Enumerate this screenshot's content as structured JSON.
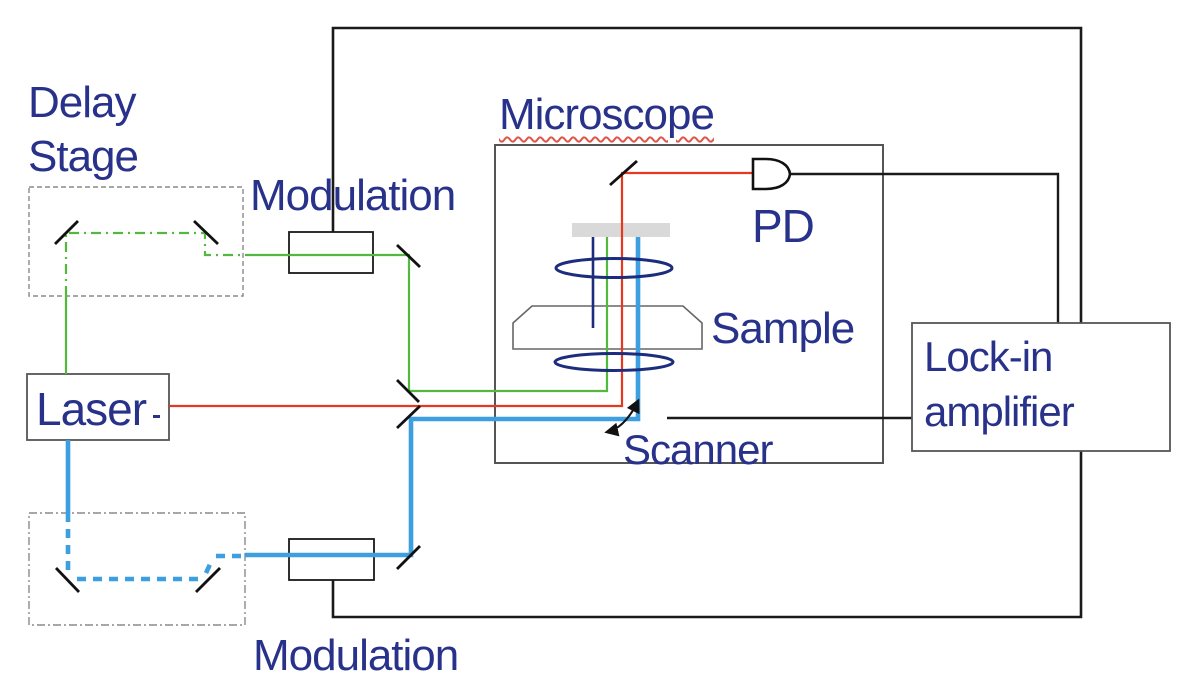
{
  "labels": {
    "delay_stage_line1": "Delay",
    "delay_stage_line2": "Stage",
    "modulation_top": "Modulation",
    "modulation_bottom": "Modulation",
    "laser": "Laser",
    "microscope": "Microscope",
    "pd": "PD",
    "sample": "Sample",
    "scanner": "Scanner",
    "lockin_line1": "Lock-in",
    "lockin_line2": "amplifier"
  },
  "colors": {
    "label_text": "#28328a",
    "beam_green": "#52b83e",
    "beam_red": "#e83720",
    "beam_blue": "#3d9fe0",
    "optic_navy": "#1c2d7d",
    "wire_black": "#1a1a1a",
    "squiggle_red": "#e0564a",
    "filter_gray": "#d9d9d9",
    "solid_box_border": "#555555",
    "dashed_box_border": "#8a8a8a"
  }
}
